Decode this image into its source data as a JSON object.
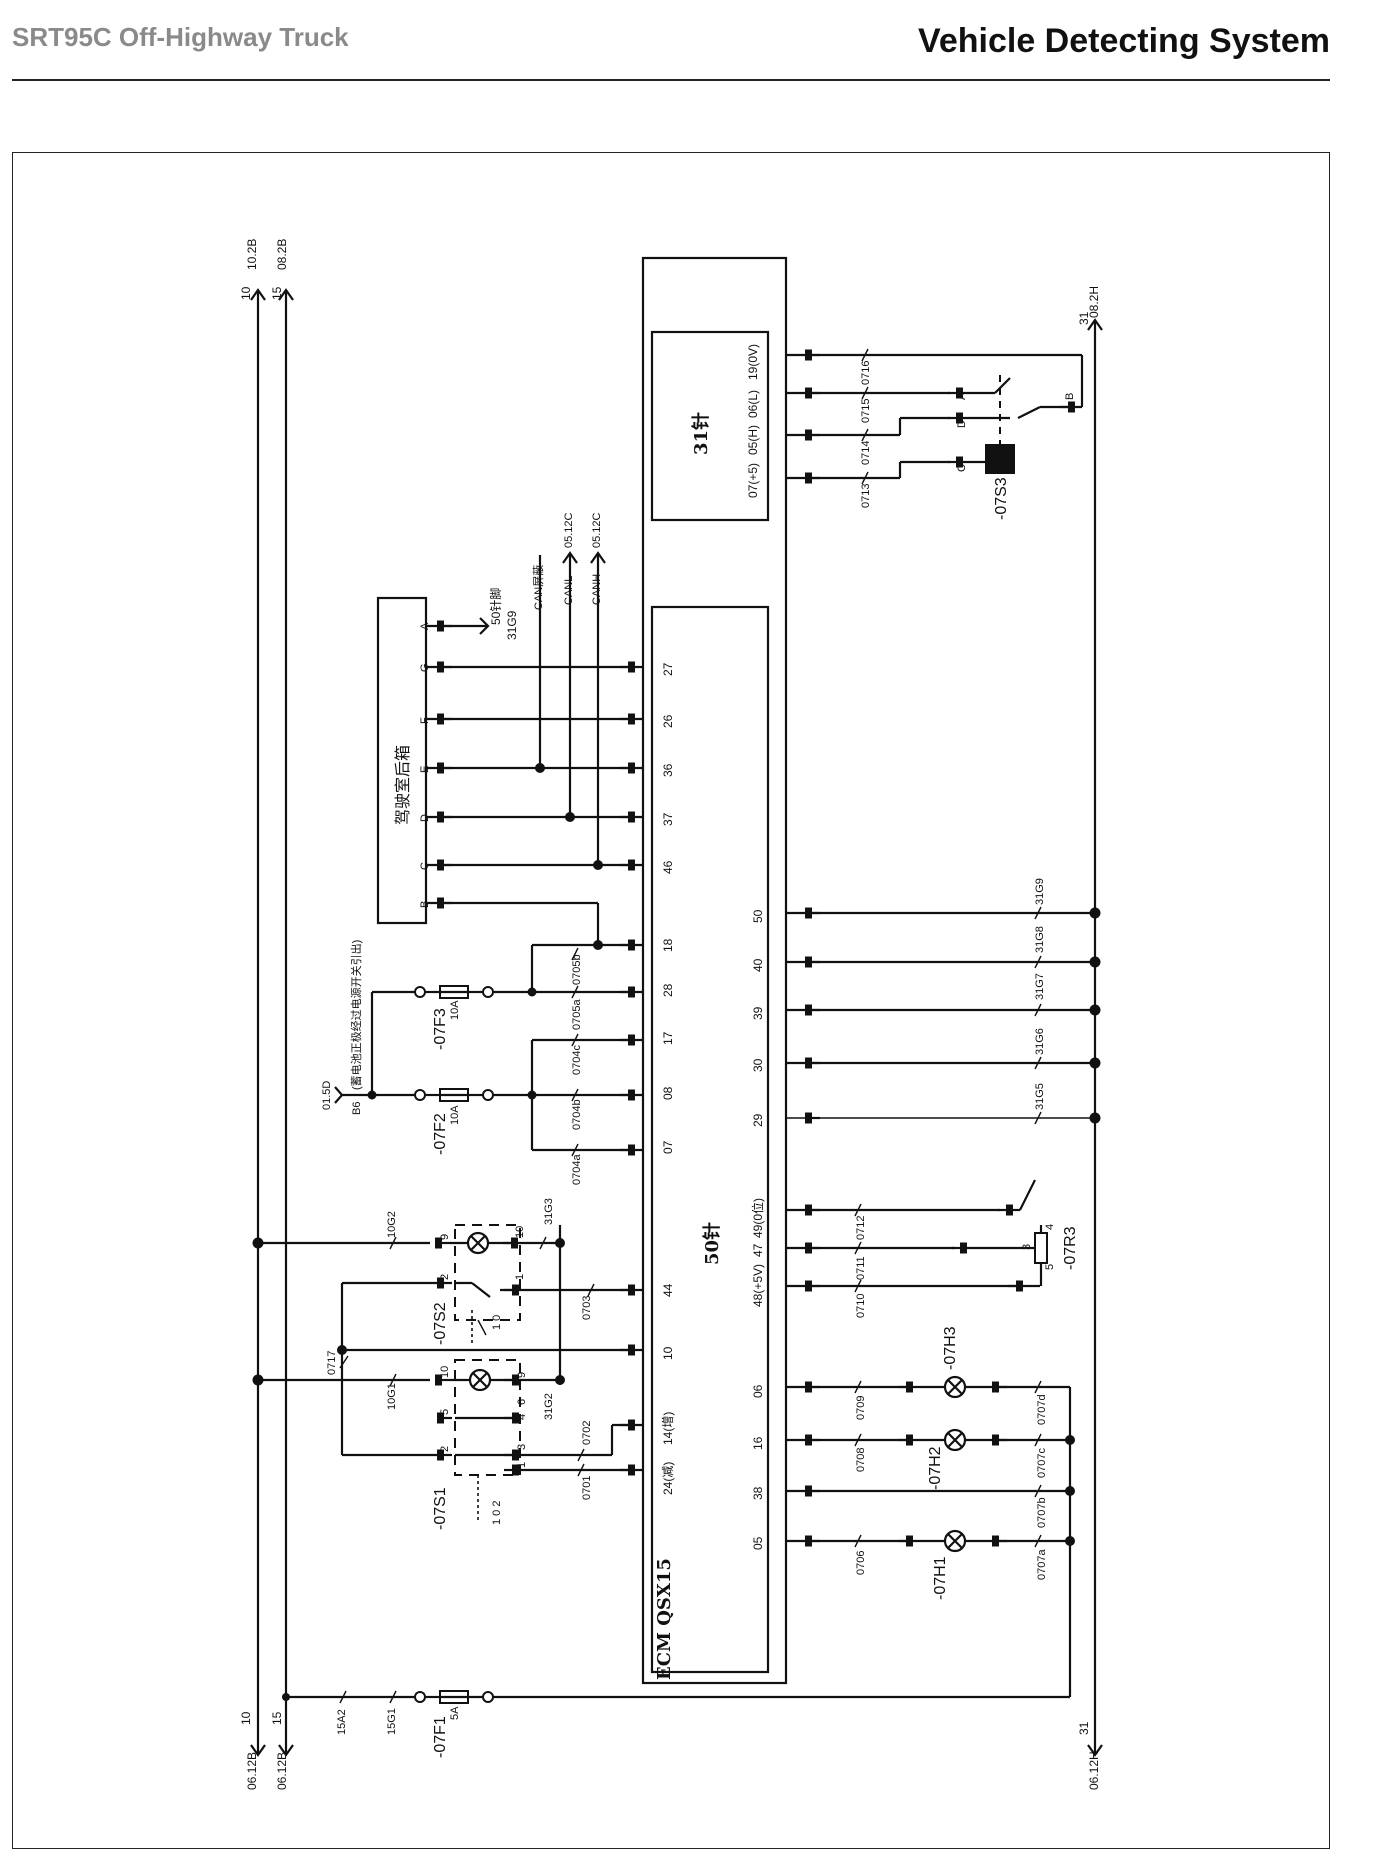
{
  "header": {
    "left_title": "SRT95C Off-Highway Truck",
    "right_title": "Vehicle Detecting System"
  },
  "colors": {
    "line": "#111111",
    "header_gray": "#8a8a8a",
    "background": "#ffffff"
  },
  "ecm": {
    "name": "ECM QSX15",
    "conn31": {
      "label": "31针",
      "pins": [
        "07(+5)",
        "05(H)",
        "06(L)",
        "19(0V)"
      ],
      "wires": [
        "0713",
        "0714",
        "0715",
        "0716"
      ]
    },
    "conn50": {
      "label": "50针",
      "left_pins": [
        "27",
        "26",
        "36",
        "37",
        "46",
        "18",
        "28",
        "17",
        "08",
        "07",
        "44",
        "10",
        "14(增)",
        "24(减)"
      ],
      "right_pins": [
        "50",
        "40",
        "39",
        "30",
        "29",
        "49(0位)",
        "47",
        "48(+5V)",
        "06",
        "16",
        "38",
        "05"
      ]
    }
  },
  "cab_box": {
    "label": "驾驶室后箱",
    "pins": [
      "A",
      "G",
      "F",
      "E",
      "D",
      "C",
      "B"
    ],
    "ref_label": "50针脚",
    "ref_code": "31G9"
  },
  "can": {
    "shield": "CAN屏蔽",
    "low": "CANL",
    "high": "CANH",
    "ref1": "05.12C",
    "ref2": "05.12C"
  },
  "note": "(蓄电池正极经过电源开关引出)",
  "battery_ref": {
    "code": "01.5D",
    "pin": "B6"
  },
  "bus": {
    "bus10": "10",
    "bus15": "15",
    "bus31": "31",
    "top10": "10.2B",
    "top15": "08.2B",
    "top31": "08.2H",
    "bot10": "06.12B",
    "bot15": "06.12B",
    "bot31": "06.12H"
  },
  "fuses": [
    {
      "name": "-07F3",
      "rating": "10A"
    },
    {
      "name": "-07F2",
      "rating": "10A"
    },
    {
      "name": "-07F1",
      "rating": "5A"
    }
  ],
  "wires50": [
    "0705b",
    "0705a",
    "0704c",
    "0704b",
    "0704a",
    "0703",
    "0717",
    "0702",
    "0701",
    "15A2",
    "15G1"
  ],
  "switches": {
    "s3": {
      "name": "-07S3",
      "pins": [
        "A",
        "B",
        "C",
        "D"
      ]
    },
    "s2": {
      "name": "-07S2",
      "codes": [
        "10G2",
        "31G3"
      ],
      "pins": [
        "9",
        "10",
        "2",
        "1"
      ],
      "pos": "1 0"
    },
    "s1": {
      "name": "-07S1",
      "codes": [
        "10G1",
        "31G2"
      ],
      "pins": [
        "10",
        "9",
        "5",
        "4",
        "6",
        "2",
        "3",
        "1"
      ],
      "pos": "1 0 2"
    }
  },
  "ground_codes": [
    "31G9",
    "31G8",
    "31G7",
    "31G6",
    "31G5"
  ],
  "pot": {
    "name": "-07R3",
    "wires": [
      "0712",
      "0711",
      "0710"
    ],
    "pins": [
      "4",
      "3",
      "5"
    ]
  },
  "lamps": {
    "h3": {
      "name": "-07H3",
      "in": "0709",
      "out": "0707d"
    },
    "h2": {
      "name": "-07H2",
      "in": "0708",
      "out": "0707c"
    },
    "h0": {
      "out": "0707b"
    },
    "h1": {
      "name": "-07H1",
      "in": "0706",
      "out": "0707a"
    }
  }
}
